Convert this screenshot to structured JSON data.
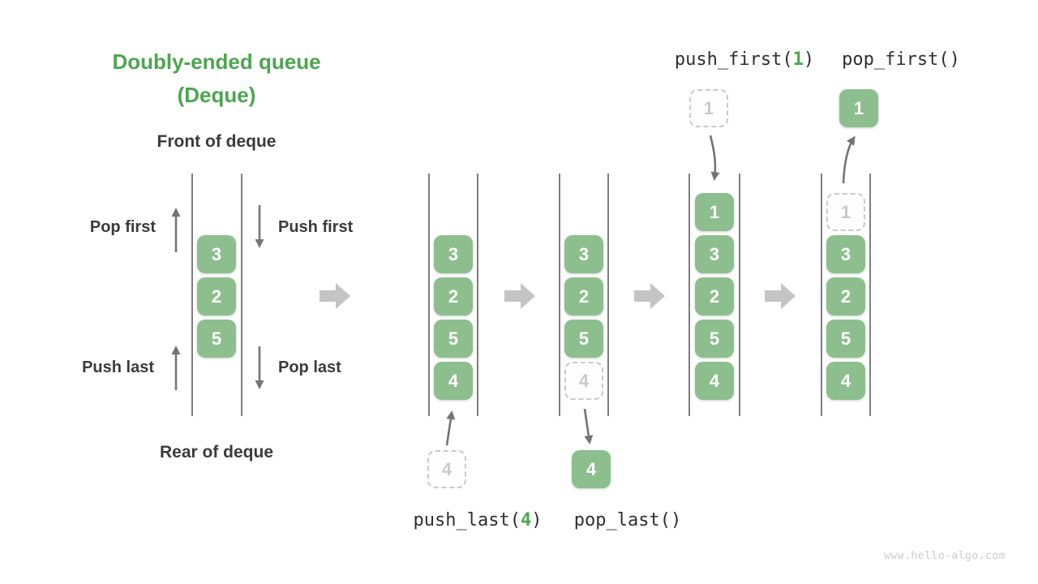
{
  "colors": {
    "accent_green": "#4CA64F",
    "box_green": "#8CBF8D",
    "ghost_gray": "#C9C9C9",
    "big_arrow_gray": "#C4C4C4",
    "small_arrow_gray": "#757575",
    "line_gray": "#5E5E5E",
    "text_dark": "#3B3B3B",
    "watermark_gray": "#CBCBCB"
  },
  "title": {
    "line1": "Doubly-ended queue",
    "line2": "(Deque)"
  },
  "deque_labels": {
    "front": "Front of deque",
    "rear": "Rear of deque",
    "pop_first": "Pop first",
    "push_first": "Push first",
    "push_last": "Push last",
    "pop_last": "Pop last"
  },
  "operations": {
    "push_first": {
      "call": "push_first(",
      "arg": "1",
      "close": ")"
    },
    "pop_first": {
      "call": "pop_first()"
    },
    "push_last": {
      "call": "push_last(",
      "arg": "4",
      "close": ")"
    },
    "pop_last": {
      "call": "pop_last()"
    }
  },
  "queues": [
    {
      "items": [
        {
          "value": "3",
          "ghost": false
        },
        {
          "value": "2",
          "ghost": false
        },
        {
          "value": "5",
          "ghost": false
        }
      ]
    },
    {
      "items": [
        {
          "value": "3",
          "ghost": false
        },
        {
          "value": "2",
          "ghost": false
        },
        {
          "value": "5",
          "ghost": false
        },
        {
          "value": "4",
          "ghost": false
        }
      ]
    },
    {
      "items": [
        {
          "value": "3",
          "ghost": false
        },
        {
          "value": "2",
          "ghost": false
        },
        {
          "value": "5",
          "ghost": false
        },
        {
          "value": "4",
          "ghost": true
        }
      ]
    },
    {
      "items": [
        {
          "value": "1",
          "ghost": false
        },
        {
          "value": "3",
          "ghost": false
        },
        {
          "value": "2",
          "ghost": false
        },
        {
          "value": "5",
          "ghost": false
        },
        {
          "value": "4",
          "ghost": false
        }
      ]
    },
    {
      "items": [
        {
          "value": "1",
          "ghost": true
        },
        {
          "value": "3",
          "ghost": false
        },
        {
          "value": "2",
          "ghost": false
        },
        {
          "value": "5",
          "ghost": false
        },
        {
          "value": "4",
          "ghost": false
        }
      ]
    }
  ],
  "external_items": {
    "push_last_in": {
      "value": "4",
      "ghost": true
    },
    "pop_last_out": {
      "value": "4",
      "ghost": false
    },
    "push_first_in": {
      "value": "1",
      "ghost": true
    },
    "pop_first_out": {
      "value": "1",
      "ghost": false
    }
  },
  "watermark": "www.hello-algo.com"
}
